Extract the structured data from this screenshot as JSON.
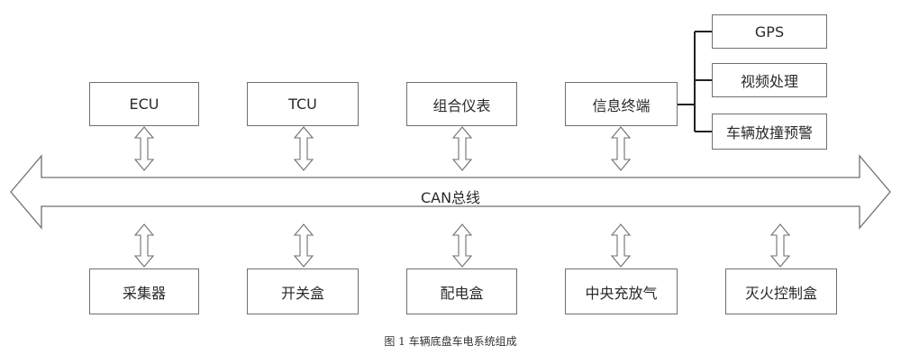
{
  "diagram": {
    "bus_label": "CAN总线",
    "top_nodes": [
      "ECU",
      "TCU",
      "组合仪表",
      "信息终端"
    ],
    "terminal_children": [
      "GPS",
      "视频处理",
      "车辆放撞预警"
    ],
    "bottom_nodes": [
      "采集器",
      "开关盒",
      "配电盒",
      "中央充放气",
      "灭火控制盒"
    ],
    "caption": "图 1  车辆底盘车电系统组成"
  },
  "colors": {
    "stroke": "#6f6f6f",
    "text": "#2a2a2a",
    "background": "#ffffff"
  }
}
